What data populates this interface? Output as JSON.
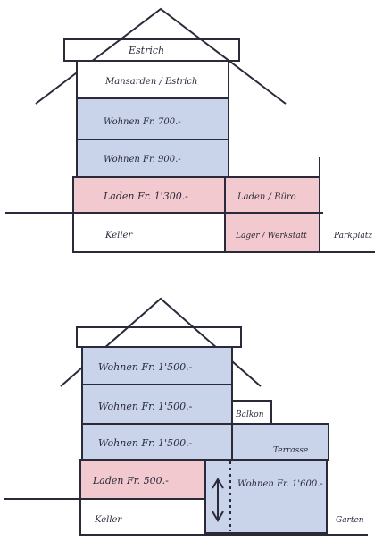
{
  "colors": {
    "blue": "#c9d3ea",
    "pink": "#f3c9d0",
    "ink": "#2a2a3a"
  },
  "top": {
    "attic": "Estrich",
    "mansard": "Mansarden / Estrich",
    "floor2": "Wohnen    Fr. 700.-",
    "floor1": "Wohnen    Fr. 900.-",
    "shop": "Laden    Fr. 1'300.-",
    "shop_annex": "Laden / Büro",
    "cellar": "Keller",
    "storage": "Lager / Werkstatt",
    "parking": "Parkplatz"
  },
  "bottom": {
    "floor3": "Wohnen    Fr. 1'500.-",
    "floor2": "Wohnen    Fr. 1'500.-",
    "floor1": "Wohnen    Fr. 1'500.-",
    "shop": "Laden    Fr. 500.-",
    "annex_flat": "Wohnen    Fr. 1'600.-",
    "balcony": "Balkon",
    "terrace": "Terrasse",
    "cellar": "Keller",
    "garden": "Garten"
  }
}
